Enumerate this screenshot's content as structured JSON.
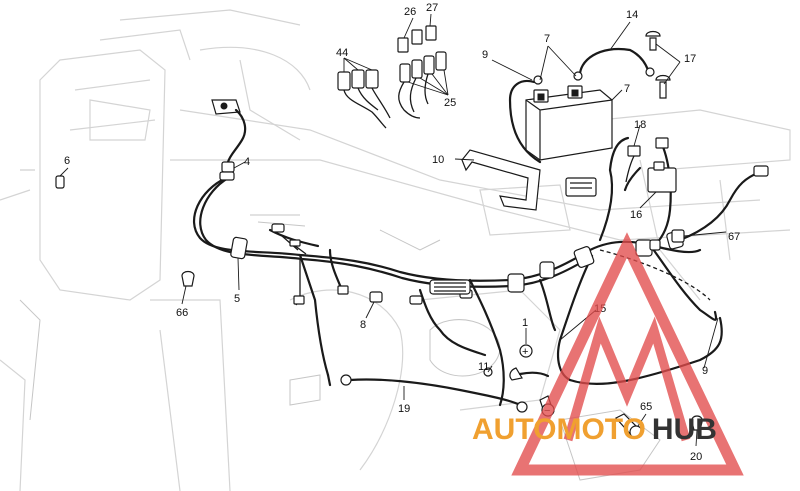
{
  "labels": {
    "l1": "1",
    "l4": "4",
    "l5": "5",
    "l6": "6",
    "l7a": "7",
    "l7b": "7",
    "l8": "8",
    "l9a": "9",
    "l9b": "9",
    "l10": "10",
    "l11": "11",
    "l14": "14",
    "l15": "15",
    "l16": "16",
    "l17": "17",
    "l18": "18",
    "l19": "19",
    "l20": "20",
    "l25": "25",
    "l26": "26",
    "l27": "27",
    "l44": "44",
    "l65": "65",
    "l66": "66",
    "l67": "67"
  },
  "symbols": {
    "plus": "+",
    "minus": "−"
  },
  "watermark": {
    "part1": "AUTO",
    "part2": "MOTO",
    "part3": "HUB",
    "color_red": "#e24b4b",
    "color_orange": "#f0a030",
    "color_dark": "#333333"
  }
}
